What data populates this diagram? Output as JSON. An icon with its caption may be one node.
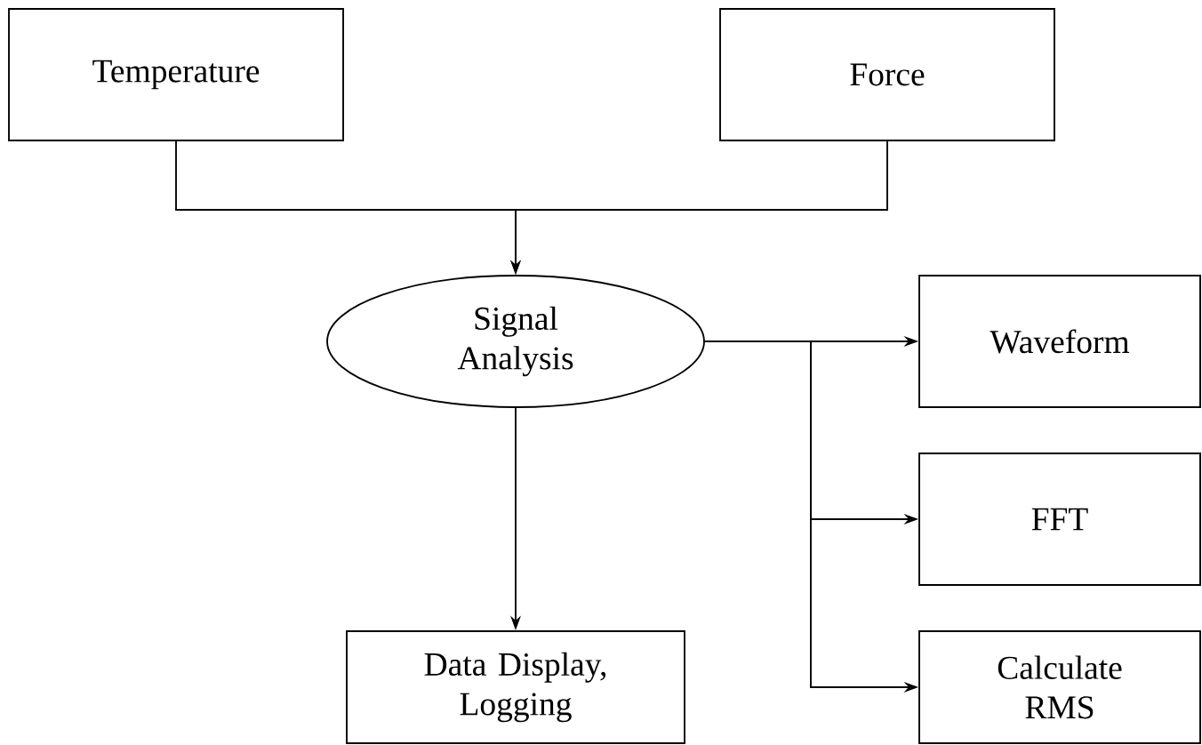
{
  "diagram": {
    "nodes": [
      {
        "text": [
          "Temperature"
        ]
      },
      {
        "text": [
          "Force"
        ]
      },
      {
        "text": [
          "Signal Analysis"
        ]
      },
      {
        "text": [
          "Waveform"
        ]
      },
      {
        "text": [
          "FFT"
        ]
      },
      {
        "text": [
          "Calculate RMS"
        ]
      },
      {
        "text": [
          "Data Display, Logging"
        ]
      }
    ],
    "edges": [
      {
        "from": 0,
        "to": 2,
        "arrow": "to"
      },
      {
        "from": 1,
        "to": 2,
        "arrow": "to"
      },
      {
        "from": 2,
        "to": 3,
        "arrow": "to"
      },
      {
        "from": 2,
        "to": 4,
        "arrow": "to"
      },
      {
        "from": 2,
        "to": 5,
        "arrow": "to"
      },
      {
        "from": 2,
        "to": 6,
        "arrow": "to"
      }
    ]
  }
}
